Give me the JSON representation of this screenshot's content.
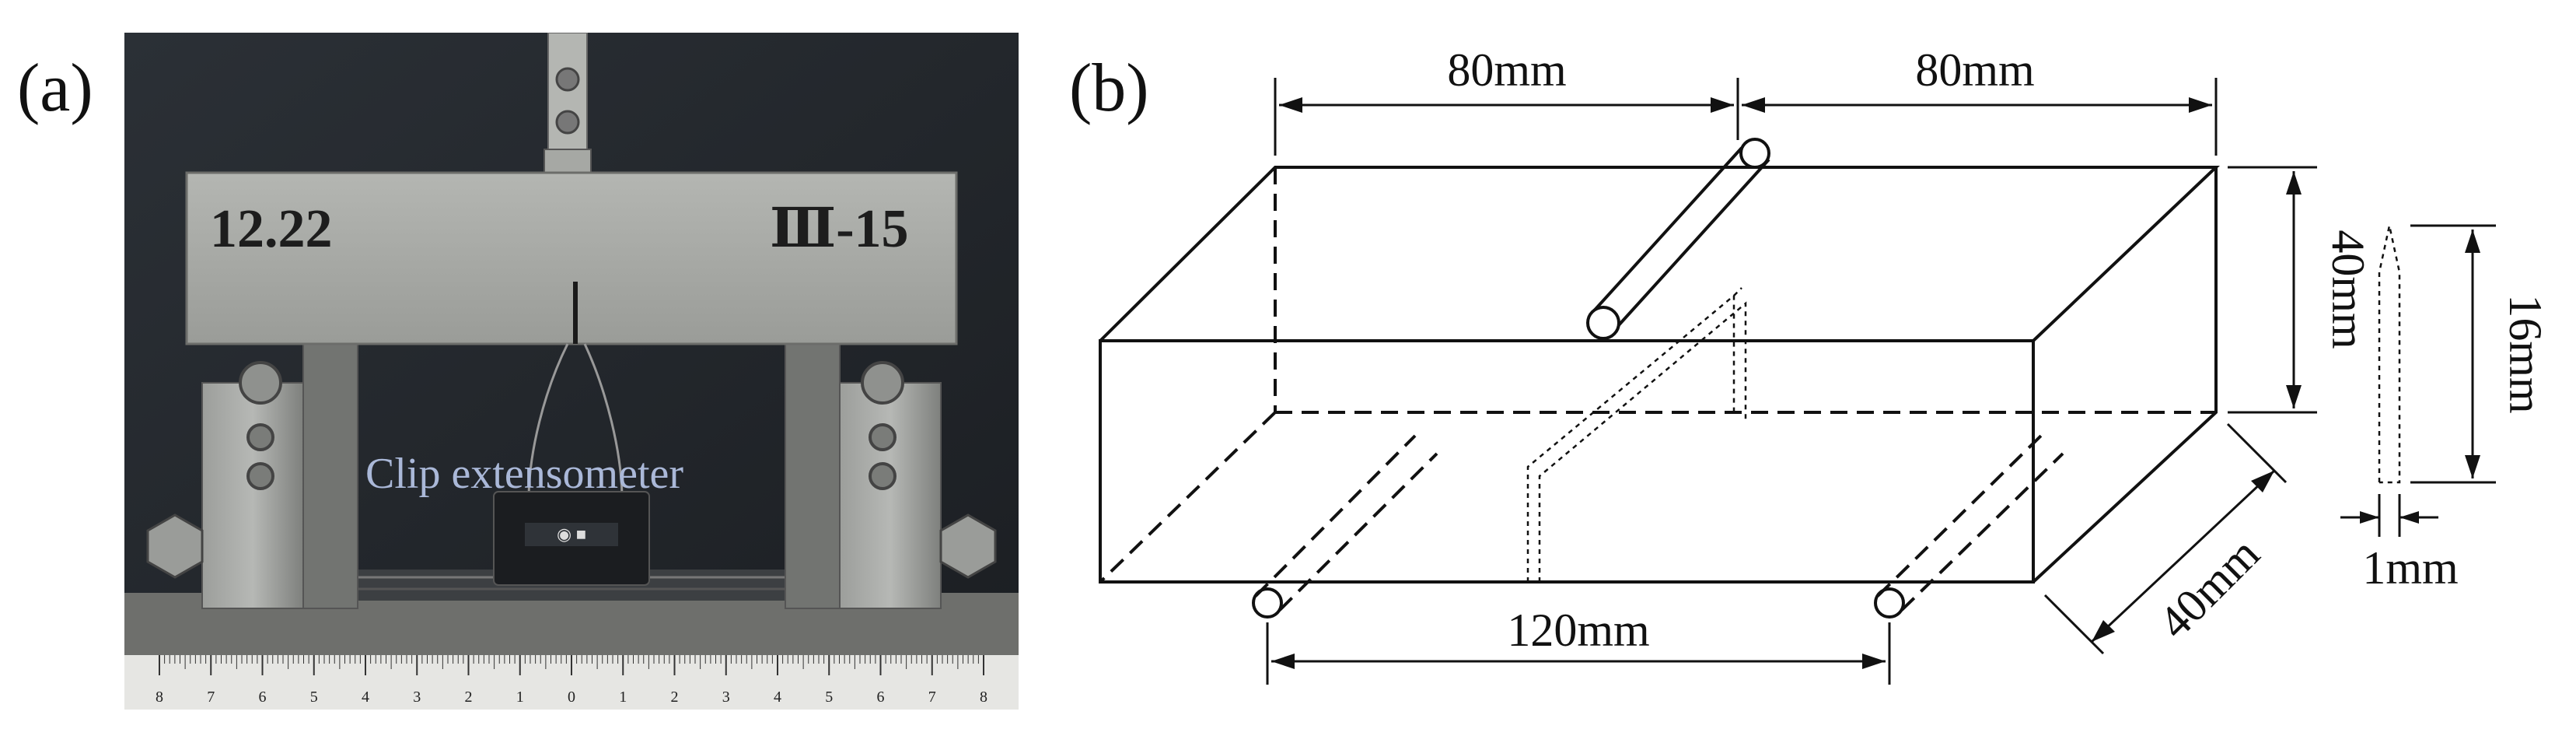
{
  "panel_a": {
    "label": "(a)",
    "specimen_marks": {
      "left": "12.22",
      "right": "Ⅲ-15"
    },
    "annotation": "Clip extensometer",
    "ruler_numbers": [
      "8",
      "7",
      "6",
      "5",
      "4",
      "3",
      "2",
      "1",
      "0",
      "1",
      "2",
      "3",
      "4",
      "5",
      "6",
      "7",
      "8"
    ],
    "colors": {
      "backdrop": "#24282e",
      "beam": "#a9aba7",
      "steel": "#8c8e8c",
      "annotation": "#aab8d8",
      "ruler": "#e6e6e3"
    }
  },
  "panel_b": {
    "label": "(b)",
    "dimensions": {
      "top_left": "80mm",
      "top_right": "80mm",
      "height": "40mm",
      "depth": "40mm",
      "span": "120mm",
      "notch_height": "16mm",
      "notch_width": "1mm"
    }
  }
}
